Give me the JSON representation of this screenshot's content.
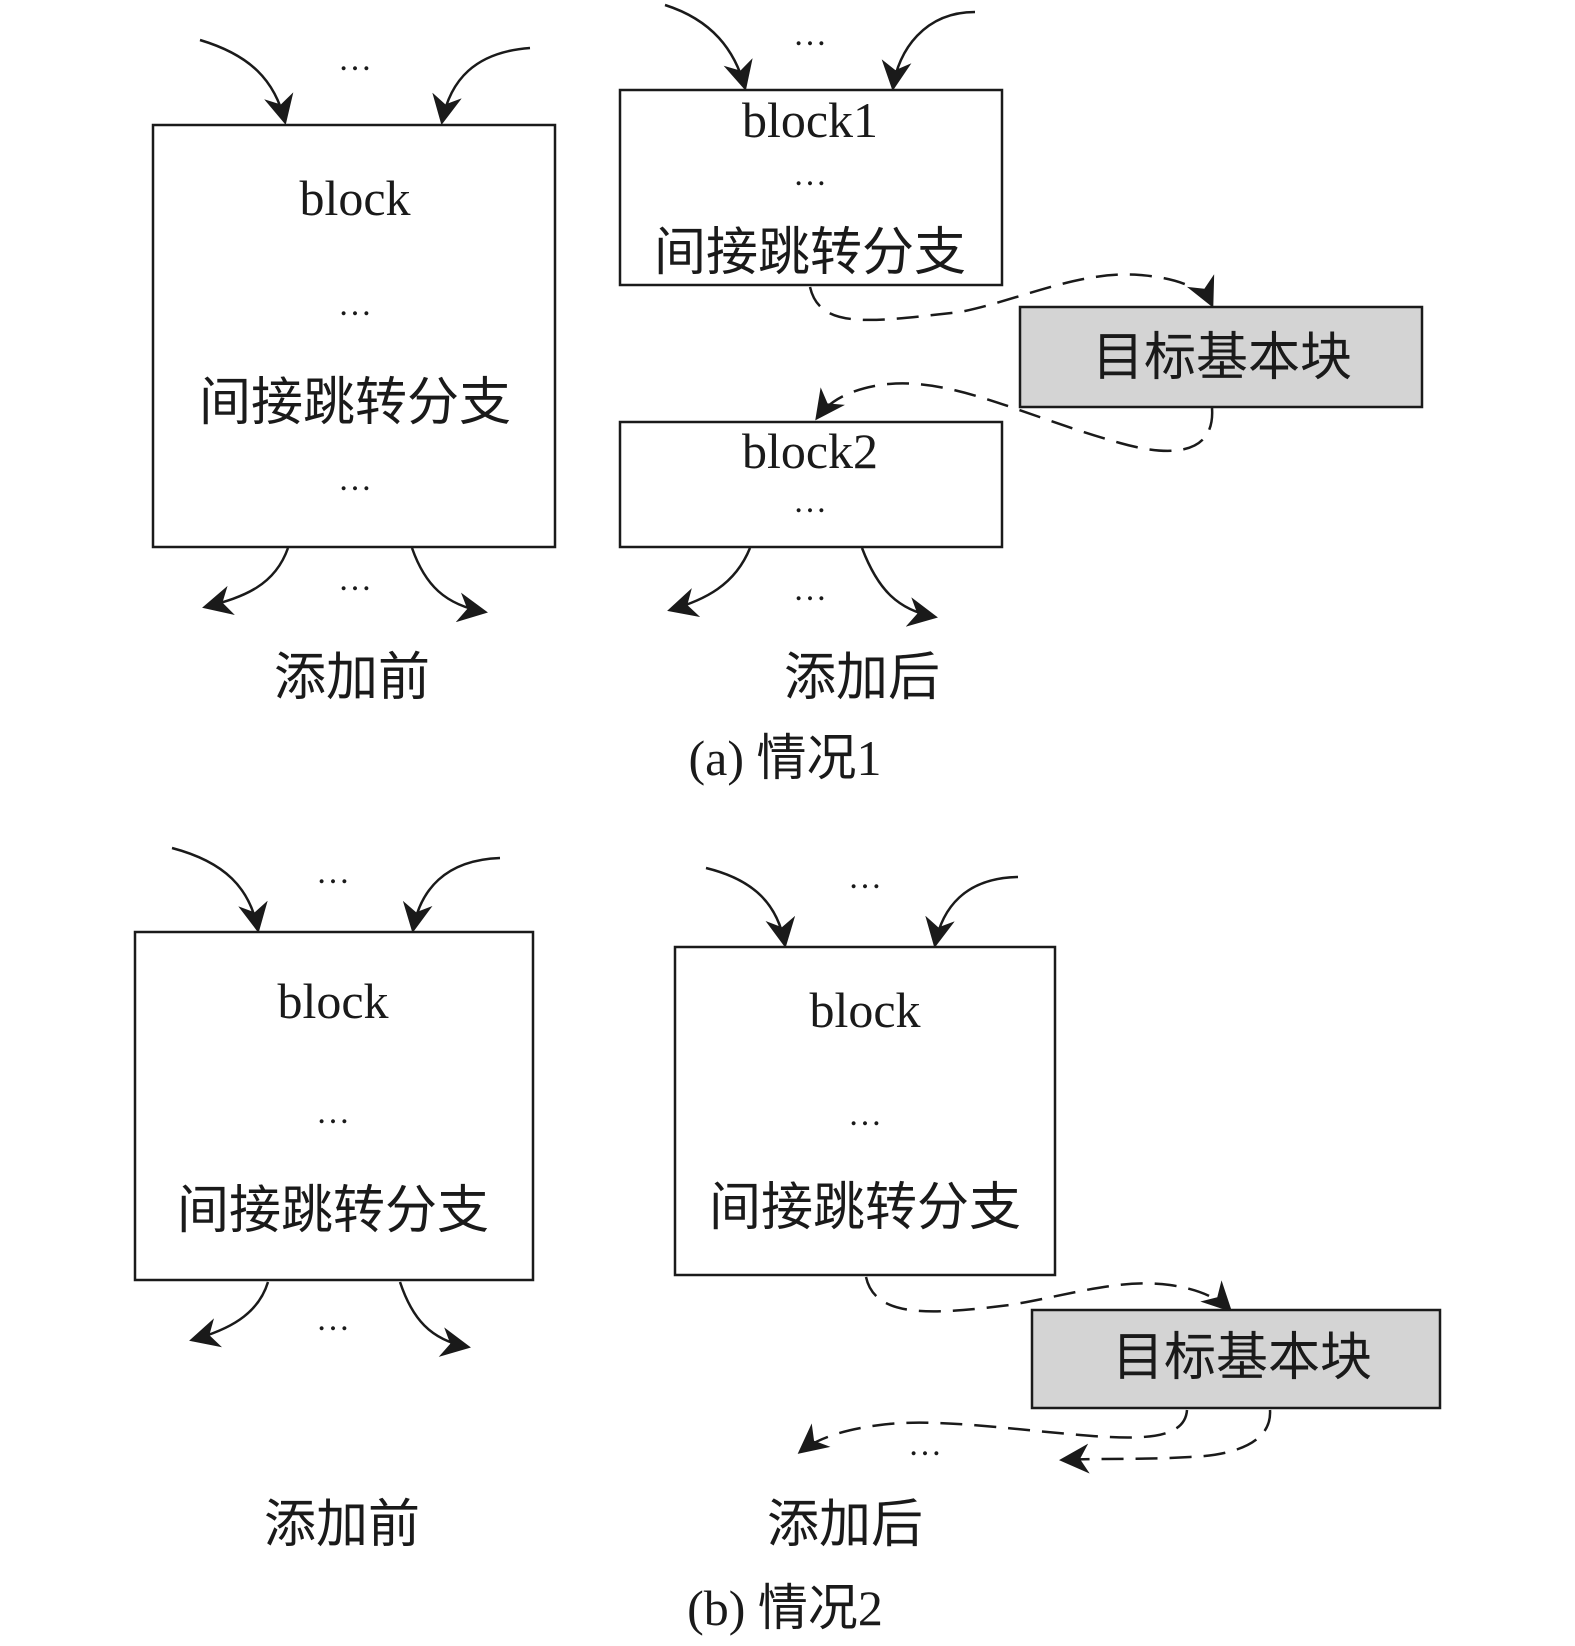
{
  "panel_a": {
    "before": {
      "block_label": "block",
      "dots": "…",
      "branch_label": "间接跳转分支",
      "caption": "添加前"
    },
    "after": {
      "block1_label": "block1",
      "block2_label": "block2",
      "dots": "…",
      "branch_label": "间接跳转分支",
      "target_label": "目标基本块",
      "caption": "添加后"
    },
    "caption": "(a) 情况1"
  },
  "panel_b": {
    "before": {
      "block_label": "block",
      "dots": "…",
      "branch_label": "间接跳转分支",
      "caption": "添加前"
    },
    "after": {
      "block_label": "block",
      "dots": "…",
      "branch_label": "间接跳转分支",
      "target_label": "目标基本块",
      "caption": "添加后"
    },
    "caption": "(b) 情况2"
  },
  "colors": {
    "stroke": "#1a1a1a",
    "target_fill": "#d4d4d4",
    "background": "#ffffff"
  }
}
